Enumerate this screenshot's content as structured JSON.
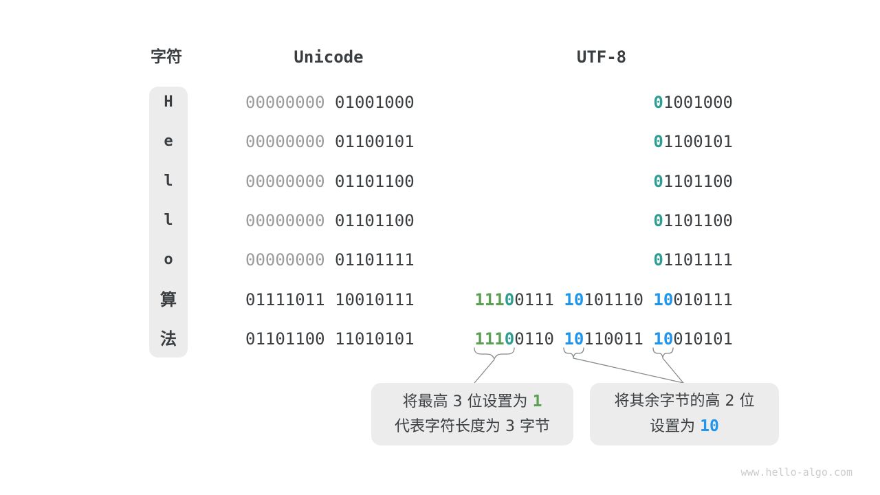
{
  "header": {
    "char_col": "字符",
    "unicode_col": "Unicode",
    "utf8_col": "UTF-8"
  },
  "colors": {
    "text_dark": "#3a3e41",
    "leading_zero_gray": "#9b9b9b",
    "utf8_leading_bit_teal": "#2e9e92",
    "utf8_length_prefix_green": "#5ba053",
    "utf8_continuation_blue": "#2095ec",
    "pill_background": "#ececec",
    "note_background": "#ececec",
    "connector_gray": "#85898c",
    "watermark_gray": "#c9ccce"
  },
  "rows": [
    {
      "char": "H",
      "u_gray": "00000000",
      "u_dark": " 01001000",
      "utf8": [
        {
          "t": "0",
          "rest": "1001000"
        }
      ]
    },
    {
      "char": "e",
      "u_gray": "00000000",
      "u_dark": " 01100101",
      "utf8": [
        {
          "t": "0",
          "rest": "1100101"
        }
      ]
    },
    {
      "char": "l",
      "u_gray": "00000000",
      "u_dark": " 01101100",
      "utf8": [
        {
          "t": "0",
          "rest": "1101100"
        }
      ]
    },
    {
      "char": "l",
      "u_gray": "00000000",
      "u_dark": " 01101100",
      "utf8": [
        {
          "t": "0",
          "rest": "1101100"
        }
      ]
    },
    {
      "char": "o",
      "u_gray": "00000000",
      "u_dark": " 01101111",
      "utf8": [
        {
          "t": "0",
          "rest": "1101111"
        }
      ]
    },
    {
      "char": "算",
      "u_gray": "",
      "u_dark": "01111011 10010111",
      "utf8_multi": {
        "b1": {
          "g": "111",
          "t": "0",
          "rest": "0111"
        },
        "b2": {
          "b": "10",
          "rest": "101110"
        },
        "b3": {
          "b": "10",
          "rest": "010111"
        }
      }
    },
    {
      "char": "法",
      "u_gray": "",
      "u_dark": "01101100 11010101",
      "utf8_multi": {
        "b1": {
          "g": "111",
          "t": "0",
          "rest": "0110"
        },
        "b2": {
          "b": "10",
          "rest": "110011"
        },
        "b3": {
          "b": "10",
          "rest": "010101"
        }
      }
    }
  ],
  "annotations": {
    "left": {
      "line1_prefix": "将最高 3 位设置为 ",
      "line1_highlight": "1",
      "line2": "代表字符长度为 3 字节"
    },
    "right": {
      "line1": "将其余字节的高 2 位",
      "line2_prefix": "设置为 ",
      "line2_highlight": "10"
    }
  },
  "watermark": "www.hello-algo.com"
}
